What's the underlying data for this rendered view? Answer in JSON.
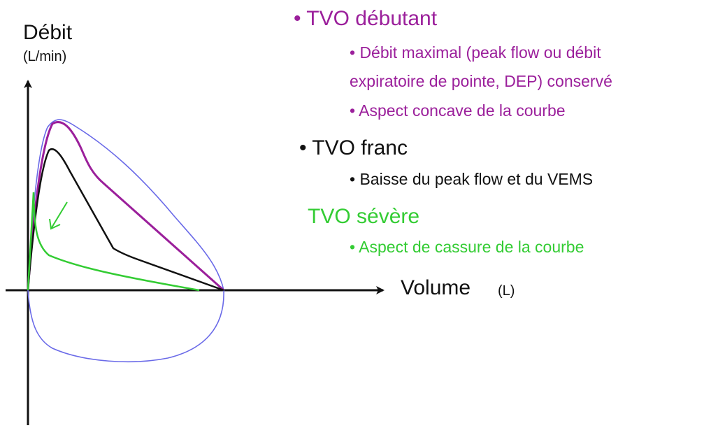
{
  "axes": {
    "y_title": "Débit",
    "y_unit": "(L/min)",
    "x_title": "Volume",
    "x_unit": "(L)"
  },
  "legend": {
    "tvo_debutant": "• TVO débutant",
    "dep_line1": "• Débit maximal (peak flow ou débit",
    "dep_line2": "expiratoire de pointe, DEP) conservé",
    "concave": "• Aspect concave de la courbe",
    "tvo_franc": "• TVO franc",
    "baisse": "• Baisse du peak flow et du VEMS",
    "tvo_severe": "TVO sévère",
    "cassure": "• Aspect de cassure de la courbe"
  },
  "colors": {
    "normal": "#6a6ae8",
    "debutant": "#9b1f9b",
    "franc": "#111111",
    "severe": "#33cc33",
    "axis": "#111111"
  },
  "icons": {
    "severity_arrow": "down-left-arrow-icon"
  }
}
